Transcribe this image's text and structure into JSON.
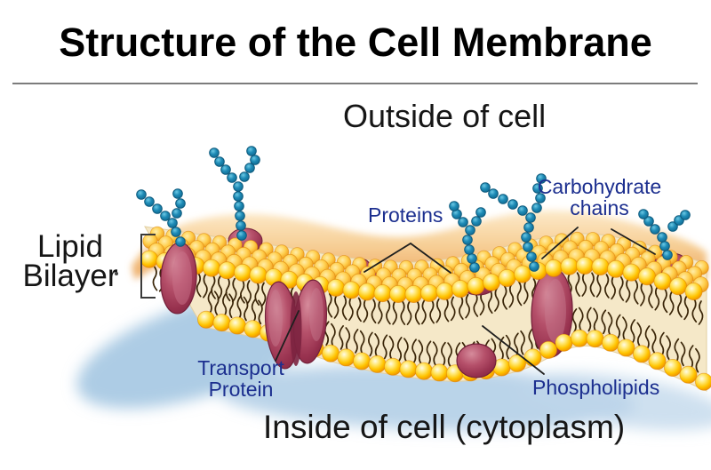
{
  "header": {
    "title": "Structure of the Cell Membrane"
  },
  "diagram": {
    "region_labels": {
      "outside": "Outside of cell",
      "inside": "Inside of cell (cytoplasm)"
    },
    "part_labels": {
      "carbohydrate_chains": {
        "line1": "Carbohydrate",
        "line2": "chains"
      },
      "proteins": "Proteins",
      "lipid_bilayer": {
        "line1": "Lipid",
        "line2": "Bilayer"
      },
      "transport_protein": {
        "line1": "Transport",
        "line2": "Protein"
      },
      "phospholipids": "Phospholipids"
    },
    "colors": {
      "background": "#ffffff",
      "text_black": "#161616",
      "label_navy": "#1c2f8f",
      "divider_gray": "#7c7c7c",
      "phospholipid_head_yellow": "#ffc400",
      "phospholipid_head_rim": "#d87b00",
      "tail_brown": "#3a2508",
      "membrane_interior_cream": "#f5e8c8",
      "protein_maroon": "#a23a55",
      "protein_maroon_dark": "#7c2340",
      "protein_maroon_light": "#d68b9b",
      "carbohydrate_teal": "#1d8ab5",
      "backdrop_orange": "#f2b66b",
      "cytoplasm_shadow_blue": "#a9c9e4",
      "leader_line_black": "#1f1f1f"
    }
  }
}
